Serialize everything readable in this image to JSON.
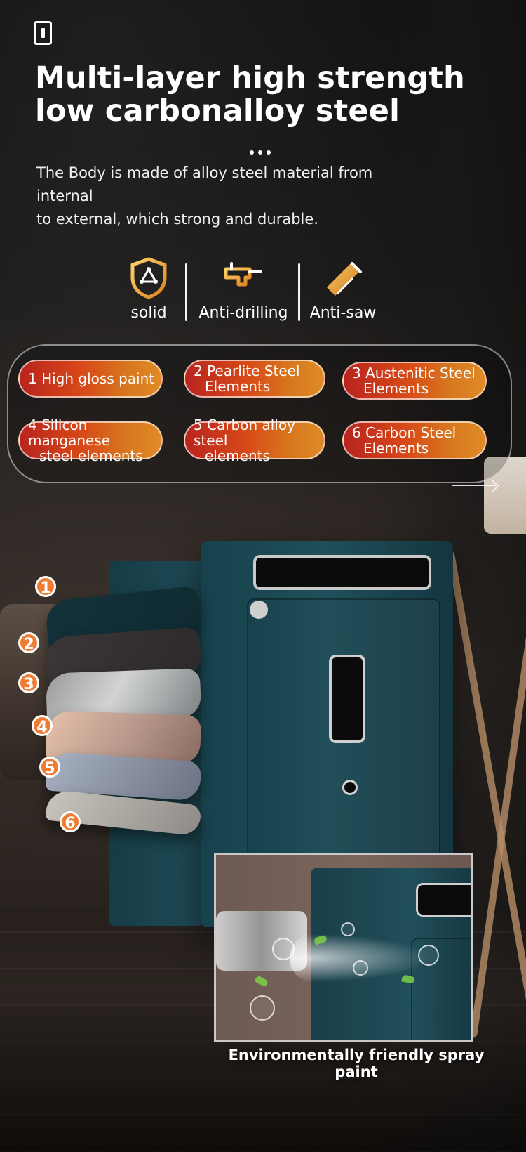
{
  "header": {
    "title_line1": "Multi-layer high strength",
    "title_line2": "low carbonalloy steel",
    "description_line1": "The Body is made of alloy steel material from internal",
    "description_line2": "to external, which strong and durable."
  },
  "features": [
    {
      "label": "solid",
      "icon": "shield-icon"
    },
    {
      "label": "Anti-drilling",
      "icon": "drill-icon"
    },
    {
      "label": "Anti-saw",
      "icon": "saw-icon"
    }
  ],
  "layers_panel": {
    "items": [
      {
        "line1": "1 High gloss paint",
        "line2": ""
      },
      {
        "line1": "2 Pearlite Steel",
        "line2": "Elements"
      },
      {
        "line1": "3 Austenitic Steel",
        "line2": "Elements"
      },
      {
        "line1": "4 Silicon manganese",
        "line2": "steel elements"
      },
      {
        "line1": "5 Carbon alloy steel",
        "line2": "elements"
      },
      {
        "line1": "6 Carbon Steel",
        "line2": "Elements"
      }
    ]
  },
  "illustration": {
    "layer_badges": [
      "1",
      "2",
      "3",
      "4",
      "5",
      "6"
    ]
  },
  "inset": {
    "caption": "Environmentally friendly spray paint"
  },
  "colors": {
    "accent_orange": "#E08B27",
    "accent_red": "#B8241E",
    "safe_teal": "#1F4F5A"
  }
}
